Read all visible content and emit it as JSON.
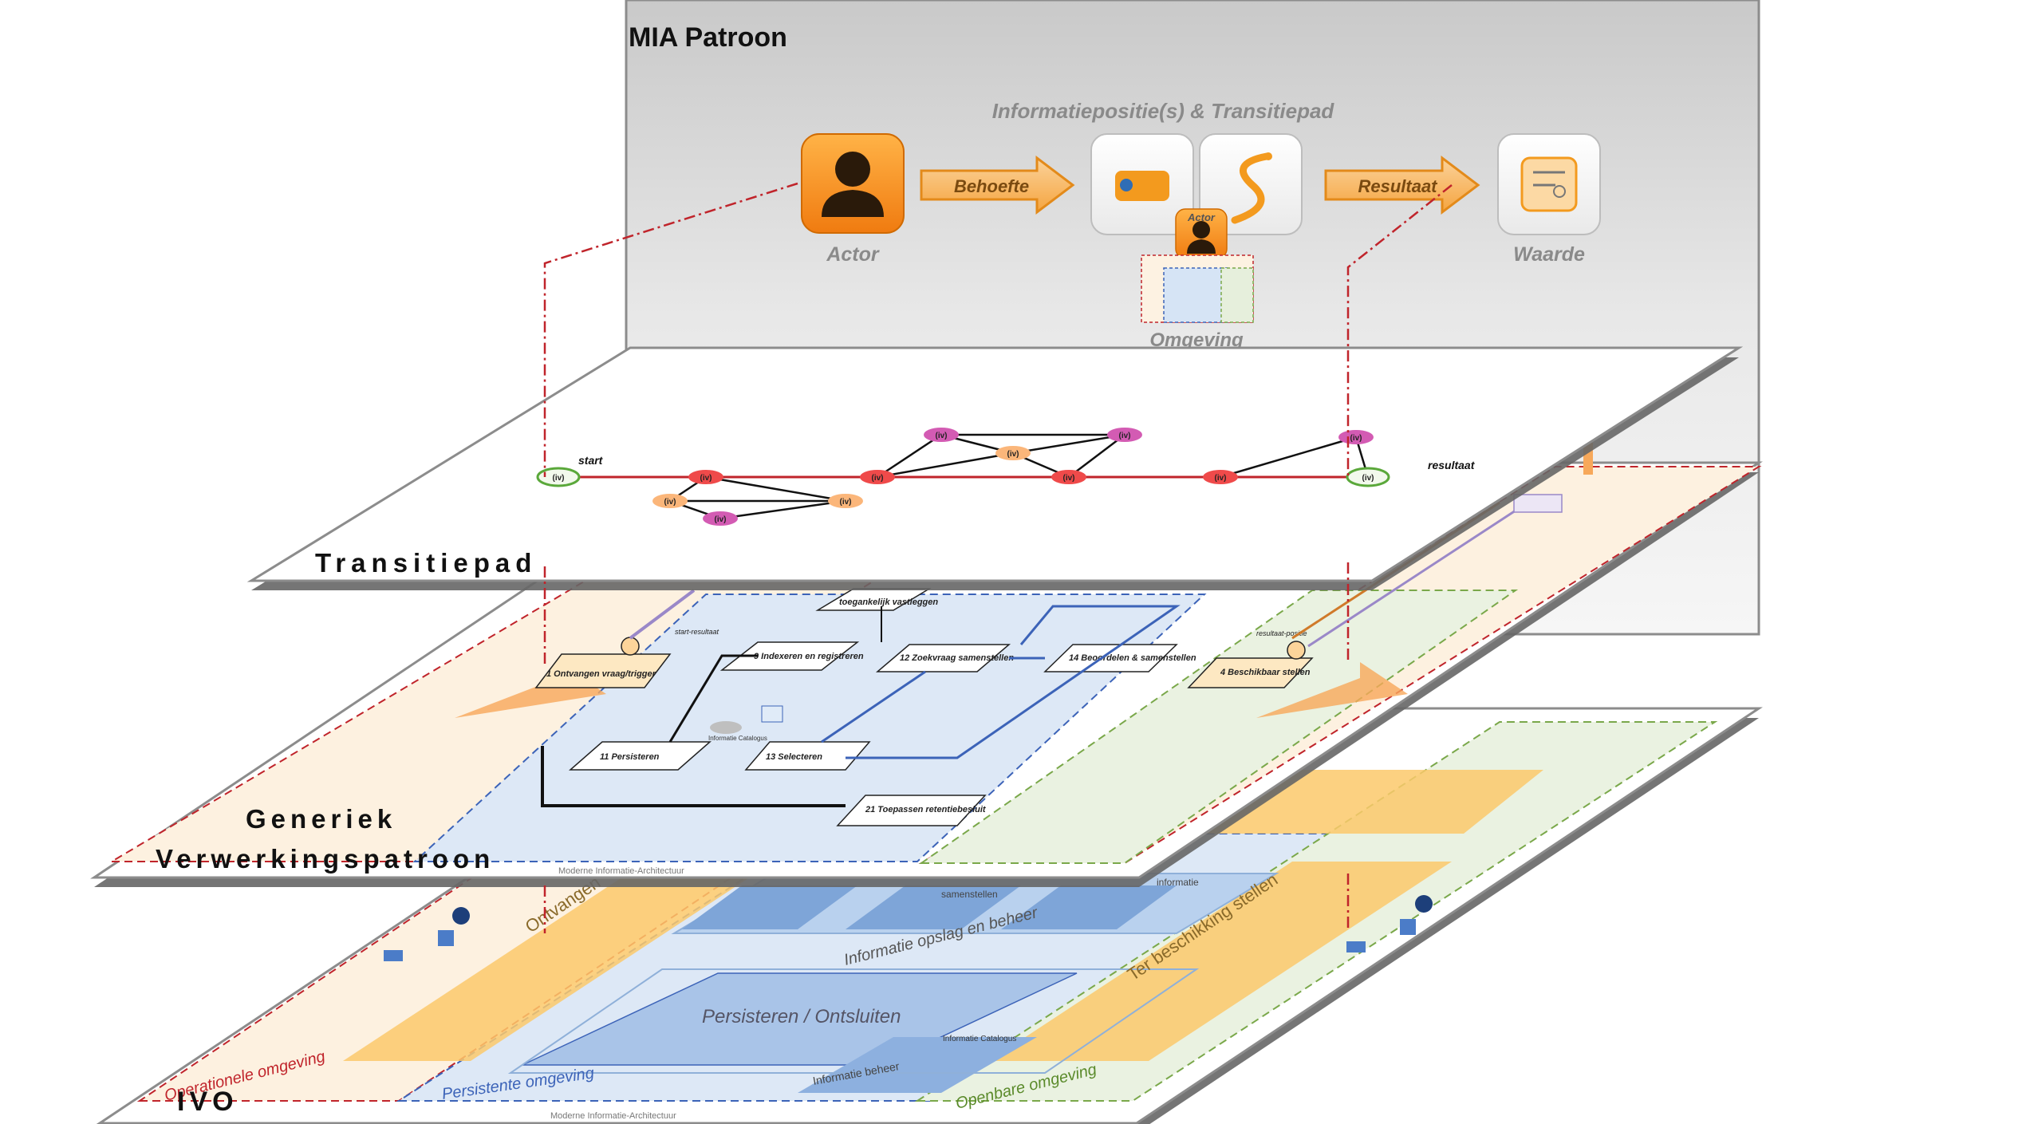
{
  "mia": {
    "title": "MIA Patroon",
    "subtitle": "Informatiepositie(s) & Transitiepad",
    "actor_label": "Actor",
    "actor_badge": "Actor",
    "need_label": "Behoefte",
    "result_label": "Resultaat",
    "value_label": "Waarde",
    "environment_label": "Omgeving"
  },
  "transitiepad": {
    "label": "Transitiepad",
    "start_label": "start",
    "result_label": "resultaat",
    "node_text": "(iv)"
  },
  "generiek": {
    "label_line1": "Generiek",
    "label_line2": "Verwerkingspatroon",
    "footer": "Moderne Informatie-Architectuur",
    "boxes": {
      "b1": "1 Ontvangen vraag/trigger",
      "b9": "9 Indexeren en registreren",
      "b12": "12 Zoekvraag samenstellen",
      "b14": "14 Beoordelen & samenstellen",
      "b11": "11 Persisteren",
      "b13": "13 Selecteren",
      "b21": "21 Toepassen retentiebesluit",
      "b4": "4 Beschikbaar stellen",
      "b_top": "toegankelijk vastleggen"
    },
    "start_tag": "start-resultaat",
    "result_tag": "resultaat-positie",
    "catalog": "Informatie Catalogus"
  },
  "ivo": {
    "label": "IVO",
    "ontvangen": "Ontvangen",
    "ter_beschikking": "Ter beschikking stellen",
    "opslag": "Informatie opslag en beheer",
    "persisteren": "Persisteren / Ontsluiten",
    "beheer": "Informatie beheer",
    "catalog": "Informatie Catalogus",
    "operationele": "Operationele omgeving",
    "persistente": "Persistente omgeving",
    "openbare": "Openbare omgeving",
    "footer": "Moderne Informatie-Architectuur",
    "samenstellen": "samenstellen",
    "informatie": "informatie"
  },
  "colors": {
    "orange": "#f39a1e",
    "red_dash": "#c0242b",
    "blue_dash": "#3c63b8",
    "green_dash": "#7aa84a",
    "panel_grey": "#d9d9d9"
  }
}
